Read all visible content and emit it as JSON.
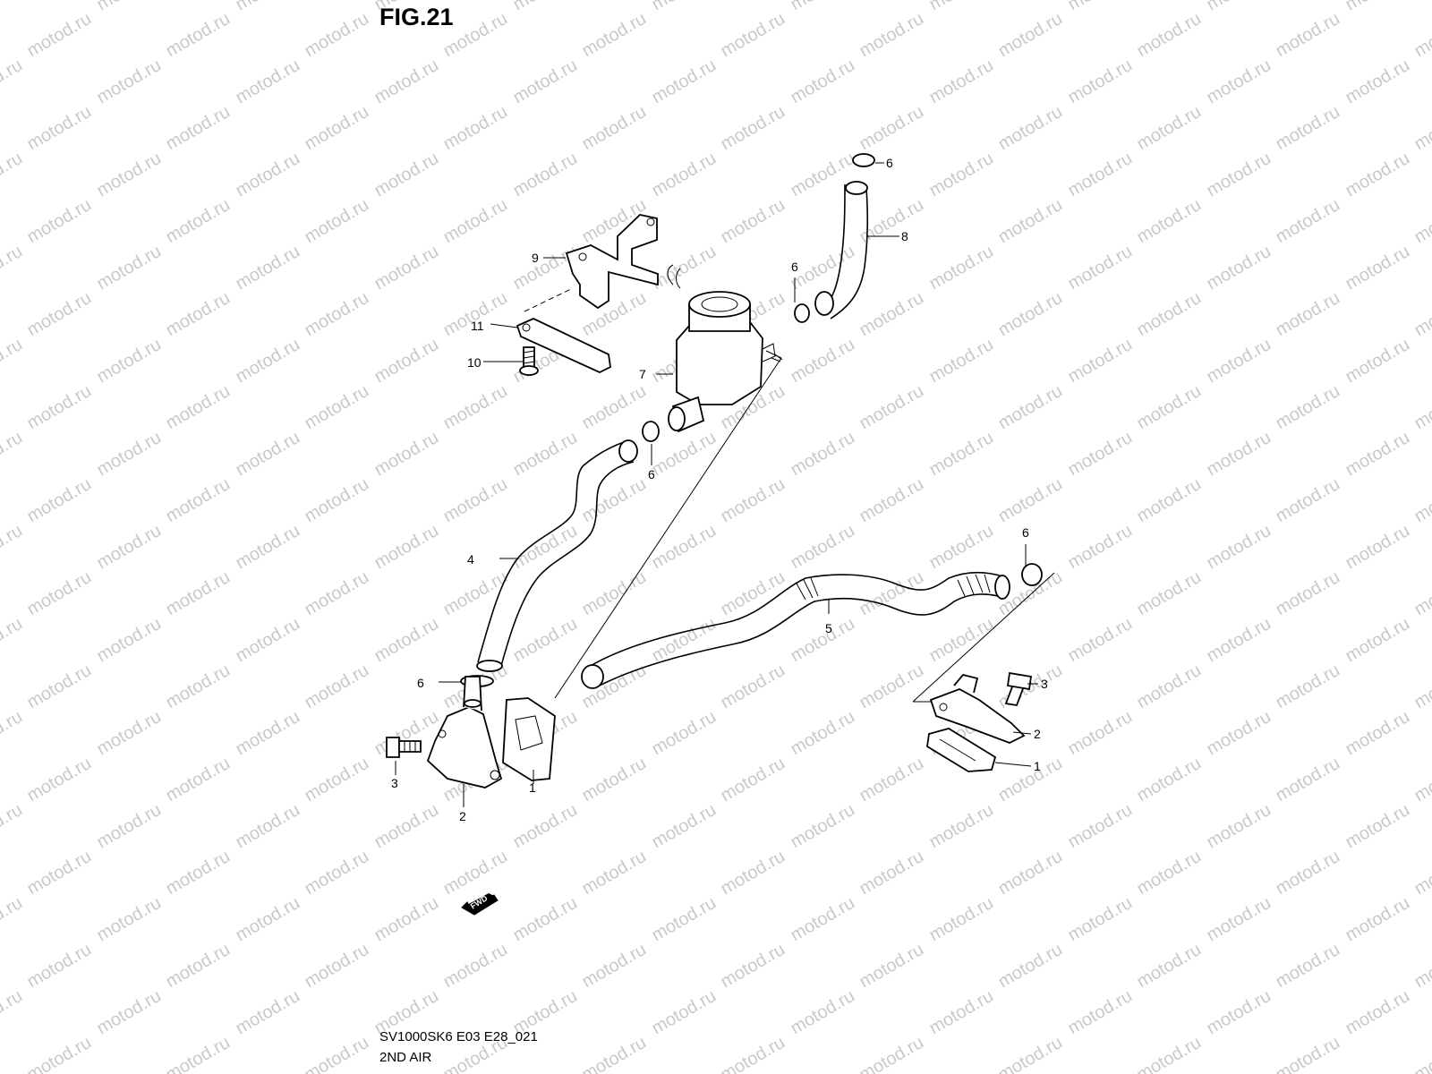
{
  "figure": {
    "title": "FIG.21",
    "code": "SV1000SK6 E03 E28_021",
    "name": "2ND AIR"
  },
  "watermark": "motod.ru",
  "fwd_label": "FWD",
  "callouts": {
    "c1a": "1",
    "c1b": "1",
    "c2a": "2",
    "c2b": "2",
    "c3a": "3",
    "c3b": "3",
    "c4": "4",
    "c5": "5",
    "c6a": "6",
    "c6b": "6",
    "c6c": "6",
    "c6d": "6",
    "c6e": "6",
    "c7": "7",
    "c8": "8",
    "c9": "9",
    "c10": "10",
    "c11": "11"
  }
}
